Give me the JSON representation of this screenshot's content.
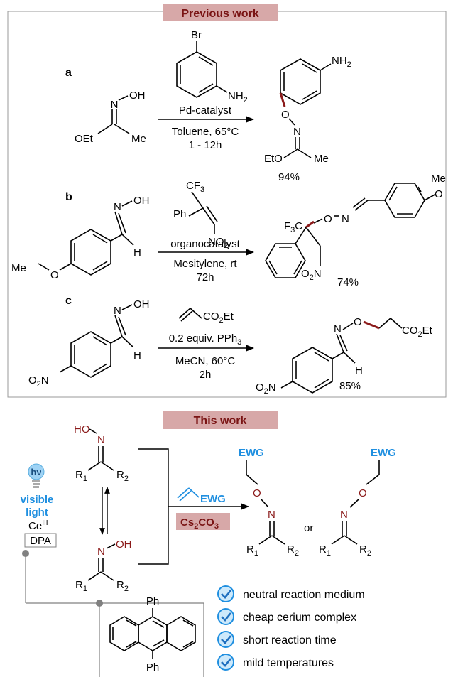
{
  "colors": {
    "banner_bg": "#d7a8a8",
    "banner_text": "#7a1414",
    "dark_red": "#8b1a1a",
    "blue": "#1f8fe0",
    "light_blue": "#9fd3f5",
    "gray": "#808080",
    "black": "#000000"
  },
  "previous": {
    "banner": "Previous work",
    "a": {
      "label": "a",
      "reagent": {
        "br": "Br",
        "nh2": "NH",
        "nh2_sub": "2"
      },
      "sub": {
        "noh": "N",
        "oh": "OH",
        "oet": "OEt",
        "me": "Me"
      },
      "cond_top": "Pd-catalyst",
      "cond_bot1": "Toluene, 65°C",
      "cond_bot2": "1 - 12h",
      "prod": {
        "nh2": "NH",
        "nh2_sub": "2",
        "o": "O",
        "n": "N",
        "eto": "EtO",
        "me": "Me"
      },
      "yield": "94%"
    },
    "b": {
      "label": "b",
      "reagent": {
        "cf3": "CF",
        "cf3_sub": "3",
        "ph": "Ph",
        "no2": "NO",
        "no2_sub": "2"
      },
      "sub": {
        "n": "N",
        "oh": "OH",
        "h": "H",
        "meo": "Me",
        "o": "O"
      },
      "cond_top": "organocatalyst",
      "cond_bot1": "Mesitylene, rt",
      "cond_bot2": "72h",
      "prod": {
        "f3c": "F",
        "f3c_sub": "3",
        "f3c_c": "C",
        "o": "O",
        "n": "N",
        "ome": "O",
        "me": "Me",
        "o2n": "O",
        "o2n_sub": "2",
        "o2n_n": "N"
      },
      "yield": "74%"
    },
    "c": {
      "label": "c",
      "reagent": {
        "co2et": "CO",
        "co2et_sub": "2",
        "co2et_et": "Et"
      },
      "sub": {
        "n": "N",
        "oh": "OH",
        "h": "H",
        "o2n": "O",
        "o2n_sub": "2",
        "o2n_n": "N"
      },
      "cond_top1": "0.2 equiv. PPh",
      "cond_top1_sub": "3",
      "cond_bot1": "MeCN, 60°C",
      "cond_bot2": "2h",
      "prod": {
        "n": "N",
        "o": "O",
        "co2et": "CO",
        "co2et_sub": "2",
        "co2et_et": "Et",
        "h": "H",
        "o2n": "O",
        "o2n_sub": "2",
        "o2n_n": "N"
      },
      "yield": "85%"
    }
  },
  "current": {
    "banner": "This work",
    "oxime_e": {
      "ho": "HO",
      "n": "N",
      "r1": "R",
      "r1_sub": "1",
      "r2": "R",
      "r2_sub": "2"
    },
    "oxime_z": {
      "n": "N",
      "oh": "OH",
      "r1": "R",
      "r1_sub": "1",
      "r2": "R",
      "r2_sub": "2"
    },
    "light": {
      "hv": "hν",
      "visible": "visible",
      "light": "light",
      "ce": "Ce",
      "ce_sup": "III",
      "dpa": "DPA"
    },
    "reagent": {
      "ewg": "EWG",
      "base": "Cs",
      "base_sub": "2",
      "base_co": "CO",
      "base_sub2": "3"
    },
    "prod1": {
      "ewg": "EWG",
      "o": "O",
      "n": "N",
      "r1": "R",
      "r1_sub": "1",
      "r2": "R",
      "r2_sub": "2"
    },
    "or": "or",
    "prod2": {
      "ewg": "EWG",
      "o": "O",
      "n": "N",
      "r1": "R",
      "r1_sub": "1",
      "r2": "R",
      "r2_sub": "2"
    },
    "dpa_struct": {
      "ph_top": "Ph",
      "ph_bot": "Ph"
    },
    "features": [
      "neutral reaction medium",
      "cheap cerium complex",
      "short reaction time",
      "mild temperatures"
    ]
  }
}
